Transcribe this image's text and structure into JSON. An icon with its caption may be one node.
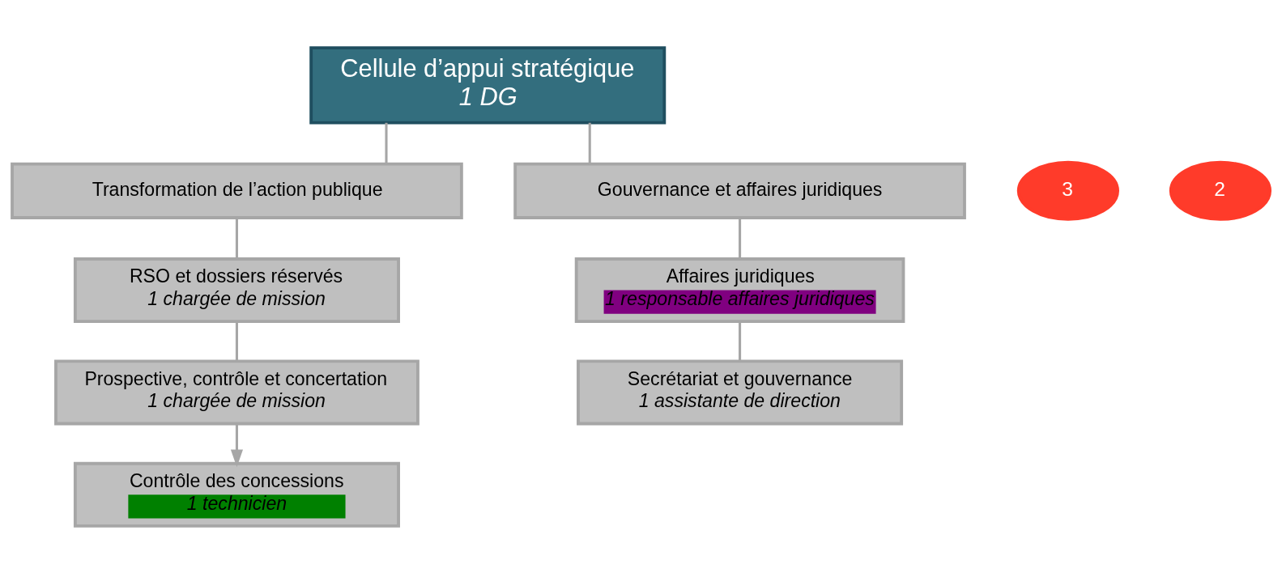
{
  "diagram": {
    "nodes": [
      {
        "text": [
          "Cellule d’appui stratégique",
          "1 DG"
        ]
      },
      {
        "text": [
          "3"
        ]
      },
      {
        "text": [
          "Transformation de l’action publique"
        ]
      },
      {
        "text": [
          "2"
        ]
      },
      {
        "text": [
          "Gouvernance et affaires juridiques"
        ]
      },
      {
        "text": [
          "RSO et dossiers réservés",
          "1 chargée de mission"
        ]
      },
      {
        "text": [
          "Affaires juridiques",
          "1 responsable affaires juridiques"
        ]
      },
      {
        "text": [
          "Prospective, contrôle et concertation",
          "1 chargée de mission"
        ]
      },
      {
        "text": [
          "Secrétariat et gouvernance",
          "1 assistante de direction"
        ]
      },
      {
        "text": [
          "Contrôle des concessions",
          "1 technicien"
        ]
      }
    ],
    "edges": [
      {
        "from": 0,
        "to": 2,
        "arrow": "none"
      },
      {
        "from": 0,
        "to": 4,
        "arrow": "none"
      },
      {
        "from": 2,
        "to": 5,
        "arrow": "none"
      },
      {
        "from": 5,
        "to": 7,
        "arrow": "none"
      },
      {
        "from": 7,
        "to": 9,
        "arrow": "to"
      },
      {
        "from": 4,
        "to": 6,
        "arrow": "none"
      },
      {
        "from": 6,
        "to": 8,
        "arrow": "none"
      }
    ]
  }
}
